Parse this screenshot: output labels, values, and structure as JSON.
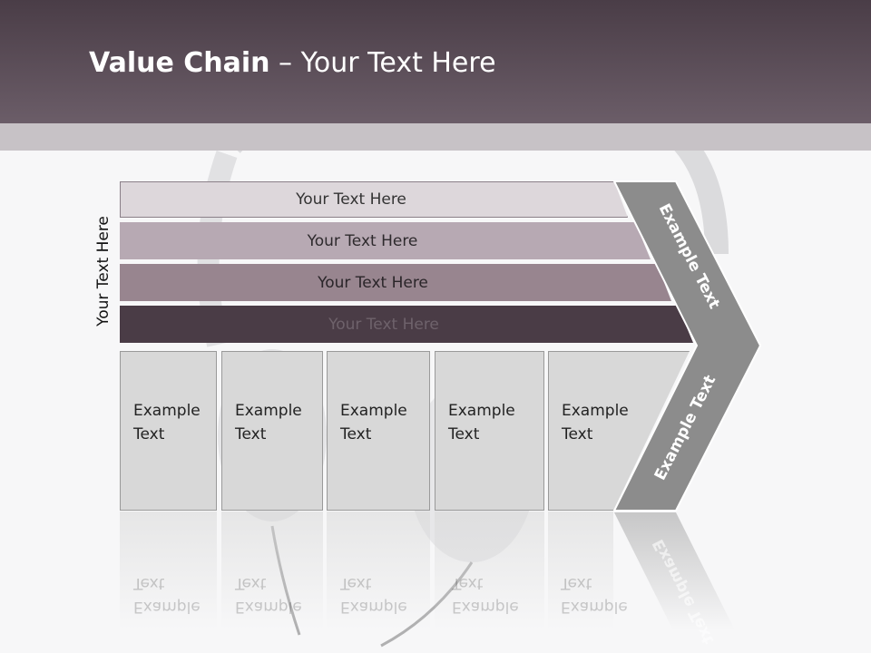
{
  "title": {
    "bold": "Value Chain",
    "rest": " – Your Text Here"
  },
  "side_label": "Your Text Here",
  "rows": [
    {
      "label": "Your Text Here"
    },
    {
      "label": "Your Text Here"
    },
    {
      "label": "Your Text Here"
    },
    {
      "label": "Your Text Here"
    }
  ],
  "boxes": [
    {
      "line1": "Example",
      "line2": "Text"
    },
    {
      "line1": "Example",
      "line2": "Text"
    },
    {
      "line1": "Example",
      "line2": "Text"
    },
    {
      "line1": "Example",
      "line2": "Text"
    },
    {
      "line1": "Example",
      "line2": "Text"
    }
  ],
  "arrow": {
    "upper": "Example Text",
    "lower": "Example Text"
  },
  "colors": {
    "header": "#5a4c57",
    "arrow": "#8c8c8c",
    "row1": "#ddd7db",
    "row2": "#b7a9b3",
    "row3": "#98858f",
    "row4": "#4a3c46"
  }
}
